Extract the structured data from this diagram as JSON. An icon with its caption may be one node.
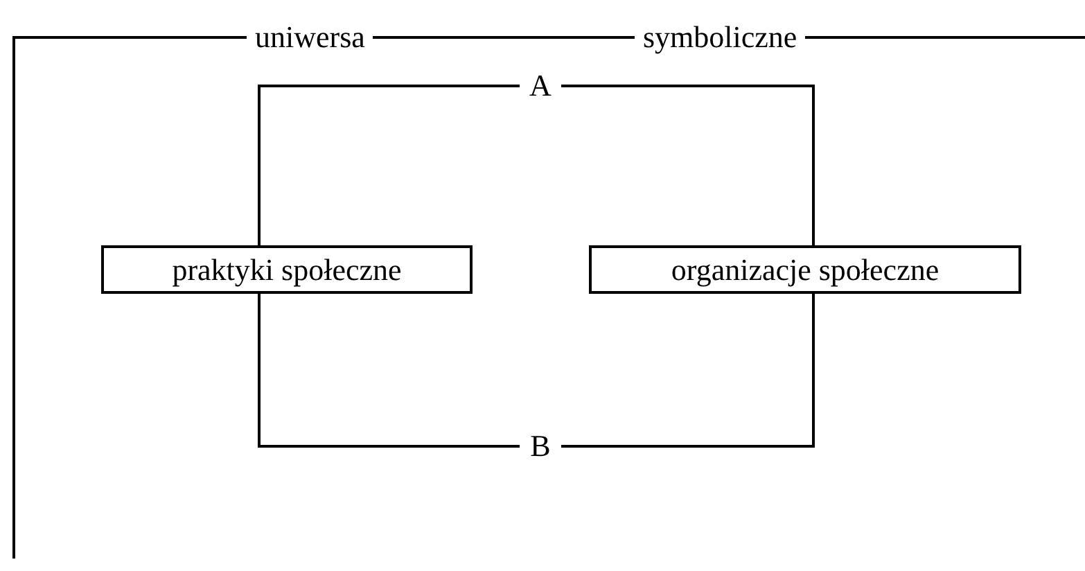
{
  "diagram": {
    "nodes": [
      {
        "text": [
          "praktyki społeczne"
        ]
      },
      {
        "text": [
          "organizacje społeczne"
        ]
      },
      {
        "text": [
          "A"
        ]
      },
      {
        "text": [
          "B"
        ]
      }
    ],
    "edges": [
      {
        "from": 2,
        "to": 0,
        "arrow": "none"
      },
      {
        "from": 2,
        "to": 1,
        "arrow": "none"
      },
      {
        "from": 3,
        "to": 0,
        "arrow": "none"
      },
      {
        "from": 3,
        "to": 1,
        "arrow": "none"
      }
    ],
    "labels": [
      "uniwersa",
      "symboliczne"
    ]
  }
}
